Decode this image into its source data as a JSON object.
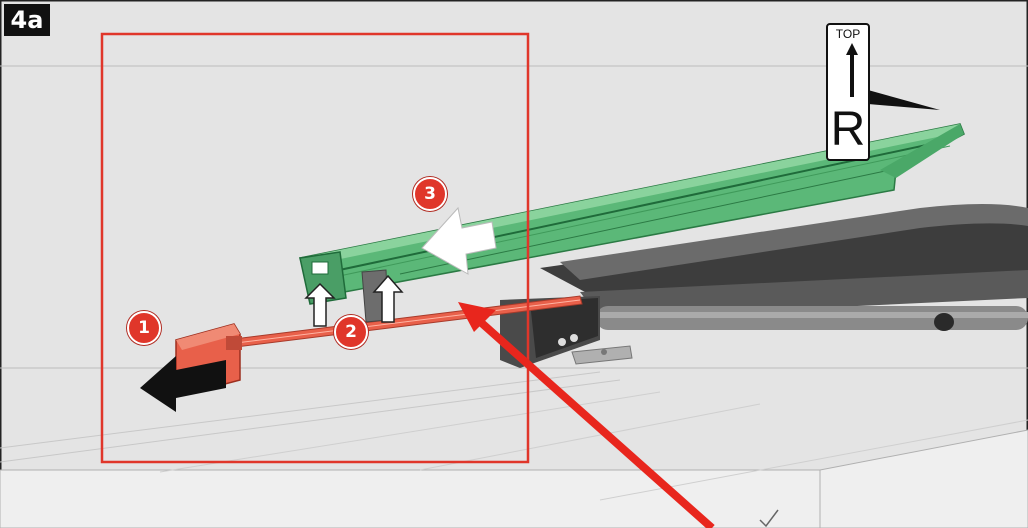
{
  "step_label": "4a",
  "markers": {
    "one": "1",
    "two": "2",
    "three": "3"
  },
  "orientation_tag": {
    "top_text": "TOP",
    "side_letter": "R"
  },
  "colors": {
    "background": "#e4e4e4",
    "highlight_box": "#e0362a",
    "green_part": "#5bb878",
    "red_part": "#e8604a",
    "marker_fill": "#e0362a",
    "callout_arrow": "#e8261d",
    "rail_dark": "#4a4a4a"
  }
}
